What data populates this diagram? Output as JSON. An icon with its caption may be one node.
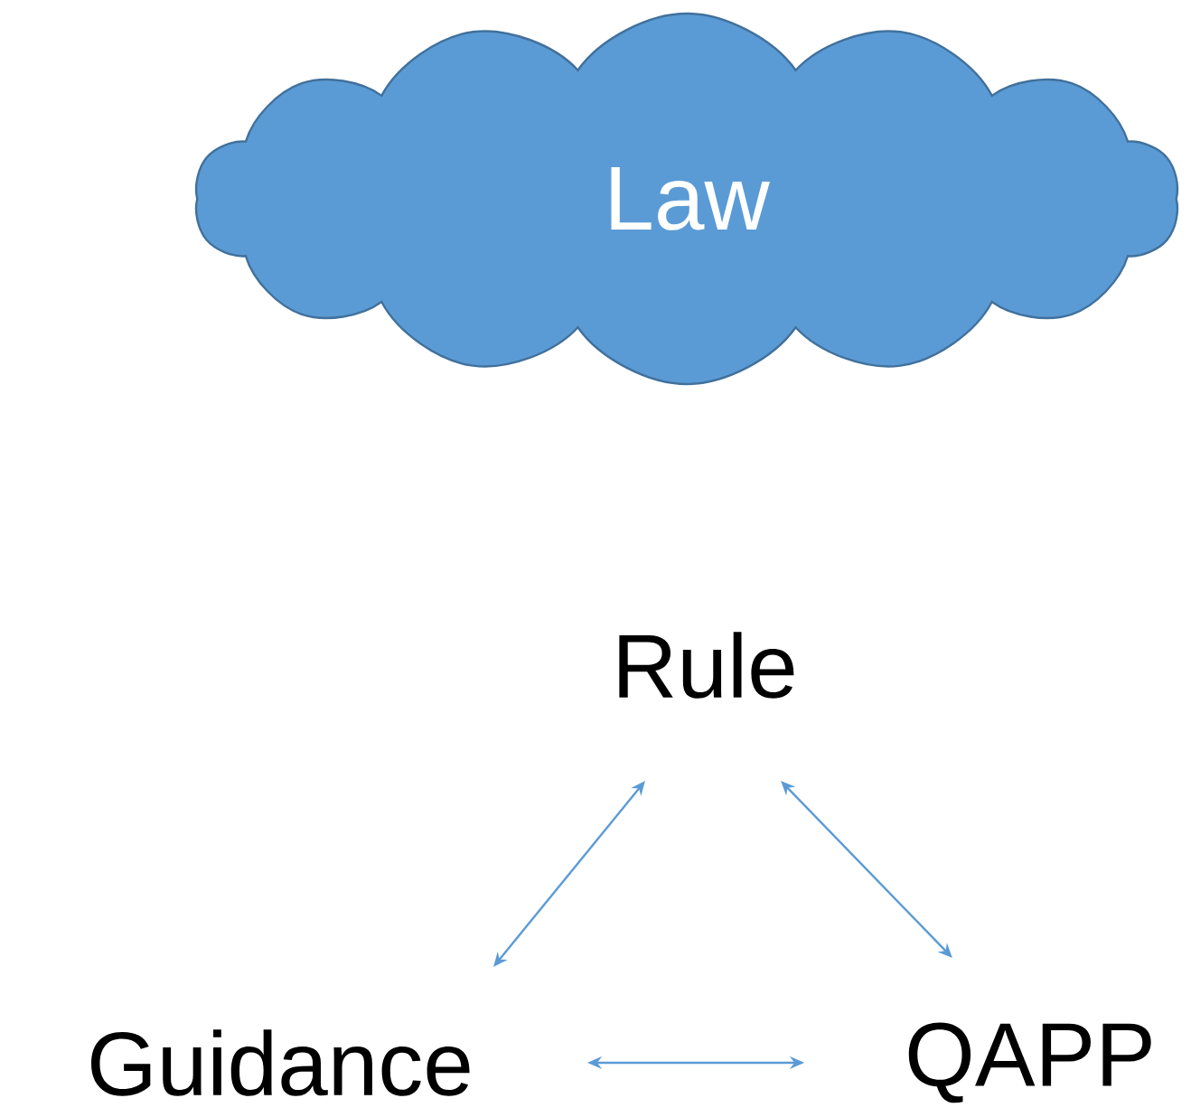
{
  "diagram": {
    "nodes": [
      {
        "text": [
          "Law"
        ]
      },
      {
        "text": [
          "Rule"
        ]
      },
      {
        "text": [
          "Guidance"
        ]
      },
      {
        "text": [
          "QAPP"
        ]
      }
    ],
    "edges": [
      {
        "from": 1,
        "to": 2,
        "arrow": "both"
      },
      {
        "from": 1,
        "to": 3,
        "arrow": "both"
      },
      {
        "from": 2,
        "to": 3,
        "arrow": "both"
      }
    ]
  }
}
